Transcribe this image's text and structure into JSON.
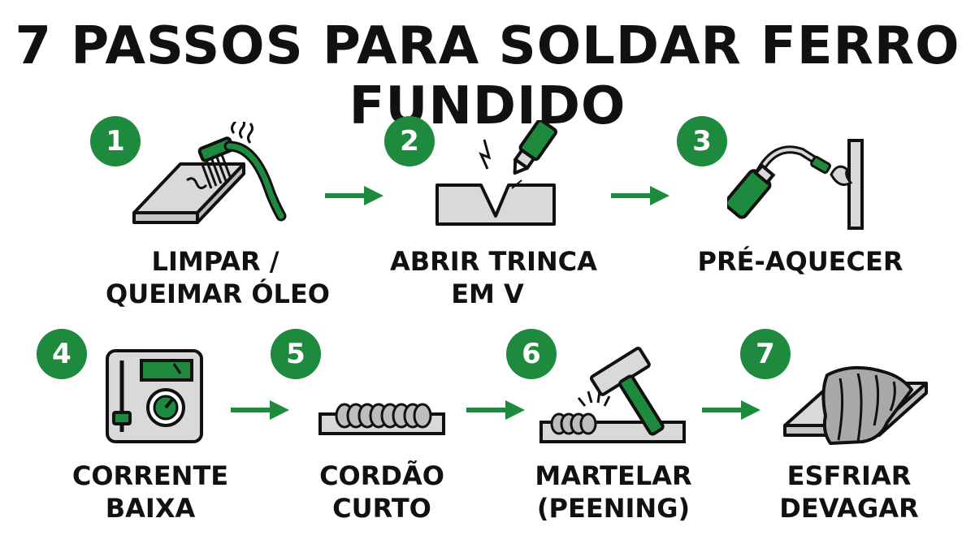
{
  "title": "7 PASSOS PARA SOLDAR FERRO FUNDIDO",
  "colors": {
    "accent": "#1e8a3e",
    "metal": "#d9d9d9",
    "ink": "#111111"
  },
  "steps": [
    {
      "number": "1",
      "line1": "LIMPAR /",
      "line2": "QUEIMAR ÓLEO",
      "icon": "wire-brush-icon"
    },
    {
      "number": "2",
      "line1": "ABRIR TRINCA",
      "line2": "EM V",
      "icon": "v-groove-grinder-icon"
    },
    {
      "number": "3",
      "line1": "PRÉ-AQUECER",
      "line2": "",
      "icon": "torch-icon"
    },
    {
      "number": "4",
      "line1": "CORRENTE",
      "line2": "BAIXA",
      "icon": "welding-machine-icon"
    },
    {
      "number": "5",
      "line1": "CORDÃO",
      "line2": "CURTO",
      "icon": "short-bead-icon"
    },
    {
      "number": "6",
      "line1": "MARTELAR",
      "line2": "(PEENING)",
      "icon": "hammer-icon"
    },
    {
      "number": "7",
      "line1": "ESFRIAR",
      "line2": "DEVAGAR",
      "icon": "slow-cool-blanket-icon"
    }
  ]
}
